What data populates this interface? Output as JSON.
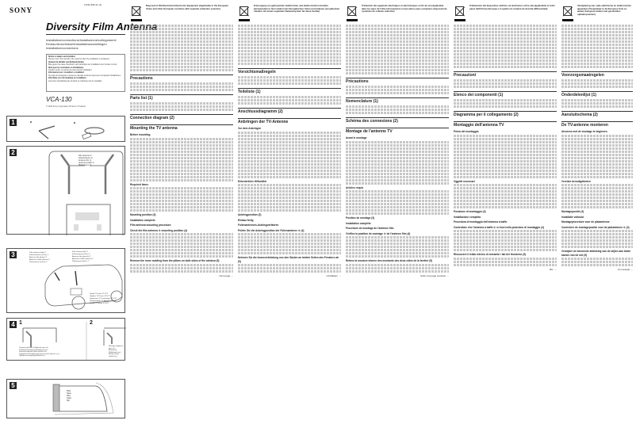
{
  "header": {
    "brand": "SONY",
    "doc_number": "2-631-890-11 (1)",
    "title": "Diversity Film Antenna",
    "subtitle_lines": [
      "Installation/connections/Installazione/collegamenti",
      "Einbau/Anschlüsse/Installatie/aansluitingen",
      "Installation/connexions"
    ],
    "model": "VCA-130",
    "copyright": "© 2005 Sony Corporation   Printed in Thailand"
  },
  "notice": {
    "items": [
      {
        "heading": "Notice to dealers and installers",
        "text": "Please return this manual to the customer after the installation is completed."
      },
      {
        "heading": "Hinweis für Händler und Einbautechniker",
        "text": "Bitte geben Sie diese Handbuch nach Abschluss der Installation dem Kunden zurück."
      },
      {
        "heading": "Note pour les revendeurs et installateurs",
        "text": "Veuillez rendre ce manuel au client après l'installation."
      },
      {
        "heading": "Informazioni per i rivenditori e installatori",
        "text": "Si prega di consegnare il presente manuale al cliente dopo aver completato l'installazione."
      },
      {
        "heading": "Informatie voor de handelaar en installateur",
        "text": "Geef deze handleiding aan de klant na voltooiing van de installatie."
      }
    ]
  },
  "figures": [
    {
      "num": "1",
      "label": "Parts list figure"
    },
    {
      "num": "2",
      "label": "Connection diagram",
      "callouts": [
        "Film antenna ①",
        "Folienantenne ①",
        "Antenne film ①",
        "Antenna a baffo ①",
        "Plakantenne ①"
      ]
    },
    {
      "num": "3",
      "label": "Mounting position",
      "callouts_left": [
        "Film antenna (right) ①",
        "Folienantenne (rechts) ①",
        "Antenne film (droite) ①",
        "Antenna a baffo (destra) ①",
        "Plakantenne (rechts) ①"
      ],
      "callouts_right": [
        "Film antenna (left) ①",
        "Folienantenne (links) ①",
        "Antenne film (gauche) ①",
        "Antenna a baffo (sinistra) ①",
        "Plakantenne (links) ①"
      ],
      "callouts_bottom": [
        "Digital TV tuner XT-DT7",
        "Digitaler TV-Tuner XT-DT7",
        "Syntoniseur TV numérique XT-DT7",
        "Sintonizzatore TV digitale XT-DT7",
        "Digitale TV-tuner XT-DT7"
      ]
    },
    {
      "num": "4",
      "sub": [
        "1",
        "2"
      ],
      "note_left": "5 cm",
      "caption_left": [
        "Temporary fastener (cellophane tape, etc)",
        "Vorläufige Befestigung (Klebeband usw.)",
        "Fixation temporaire (ruban adhésif, etc)",
        "Dispositivo di fissaggio temporaneo (nastro adesivo, ecc.)",
        "Tijdelijke bevestiging (plakband enz.)"
      ],
      "caption_right": [
        "Marking (cellophane tape, etc)",
        "Markierung (Klebeband usw.)",
        "Marque (ruban adhésif, etc)",
        "Marcatura (nastro adesivo, ecc.)",
        "Markering (plakband enz.)"
      ]
    },
    {
      "num": "5",
      "callouts": [
        "Pillar",
        "Säule",
        "Pilier",
        "Telaio",
        "Stijl"
      ]
    }
  ],
  "columns": [
    {
      "lang": "en",
      "weee_title": "Disposal of Old Electrical & Electronic Equipment (Applicable in the European Union and other European countries with separate collection systems)",
      "sections": [
        {
          "h2": "Precautions"
        },
        {
          "h2": "Parts list (1)"
        },
        {
          "h2": "Connection diagram (2)"
        },
        {
          "h2": "Mounting the TV antenna",
          "h3": [
            "Before mounting",
            "Required items",
            "Mounting position (3)",
            "Installation complete",
            "Film antenna mounting procedure",
            "Check the film antenna ① mounting position (4)",
            "Remove the inner molding from the pillars on both sides of the window (5)"
          ]
        }
      ],
      "more": "Next page →"
    },
    {
      "lang": "de",
      "weee_title": "Entsorgung von gebrauchten elektrischen und elektronischen Geräten (anzuwenden in den Ländern der Europäischen Union und anderen europäischen Ländern mit einem separaten Sammelsystem für diese Geräte)",
      "sections": [
        {
          "h2": "Vorsichtsmaßregeln"
        },
        {
          "h2": "Teileliste (1)"
        },
        {
          "h2": "Anschlussdiagramm (2)"
        },
        {
          "h2": "Anbringen der TV-Antenne",
          "h3": [
            "Vor dem Anbringen",
            "Erforderliche Hilfsmittel",
            "Anbringposition (3)",
            "Einbau fertig",
            "Folienantennen-Anbringverfahren",
            "Prüfen Sie die Anbringposition der Folienantenne ① (4)",
            "Nehmen Sie die Innenverkleidung von den Säulen an beiden Seiten des Fensters ab (5)"
          ]
        }
      ],
      "more": "Umblättern →"
    },
    {
      "lang": "fr",
      "weee_title": "Traitement des appareils électriques et électroniques en fin de vie (Applicable dans les pays de l'Union Européenne et aux autres pays européens disposant de systèmes de collecte sélective)",
      "sections": [
        {
          "h2": "Précautions"
        },
        {
          "h2": "Nomenclature (1)"
        },
        {
          "h2": "Schéma des connexions (2)"
        },
        {
          "h2": "Montage de l'antenne TV",
          "h3": [
            "Avant le montage",
            "Articles requis",
            "Position de montage (3)",
            "Installation complète",
            "Procédure de montage de l'antenne film",
            "Vérifiez la position de montage ① de l'antenne film (4)",
            "Retirez la moulure interne des montants des deux côtés de la fenêtre (5)"
          ]
        }
      ],
      "more": "Suite à la page suivante →"
    },
    {
      "lang": "it",
      "weee_title": "Trattamento del dispositivo elettrico od elettronico a fine vita (applicabile in tutti i paesi dell'Unione Europea e in quelli con sistema di raccolta differenziata)",
      "sections": [
        {
          "h2": "Precauzioni"
        },
        {
          "h2": "Elenco dei componenti (1)"
        },
        {
          "h2": "Diagramma per il collegamento (2)"
        },
        {
          "h2": "Montaggio dell'antenna TV",
          "h3": [
            "Prima del montaggio",
            "Oggetti necessari",
            "Posizione di montaggio (3)",
            "Installazione completa",
            "Procedura di montaggio dell'antenna a baffo",
            "Controllare che l'antenna a baffo ① si trovi nella posizione di montaggio (4)",
            "Rimuovere il telaio interno di entrambi i lati del finestrino (5)"
          ]
        }
      ],
      "more": "Blz. →"
    },
    {
      "lang": "nl",
      "weee_title": "Verwijdering van oude elektrische en elektronische apparaten (Toepasbaar in de Europese Unie en andere Europese landen met gescheiden ophaalsystemen)",
      "sections": [
        {
          "h2": "Voorzorgsmaatregelen"
        },
        {
          "h2": "Onderdelenlijst (1)"
        },
        {
          "h2": "Aansluitschema (2)"
        },
        {
          "h2": "De TV-antenne monteren",
          "h3": [
            "Alvorens met de montage te beginnen",
            "Vereiste benodigdheden",
            "Montagepositie (3)",
            "Installatie voltooid",
            "Montageprocedure voor de plakantenne",
            "Controleer de montagepositie voor de plakantenne ① (4)",
            "Verwijder de binnenste afdekking van de stijlen aan beide kanten van de ruit (5)"
          ]
        }
      ],
      "more": "Ommezijde →"
    }
  ]
}
